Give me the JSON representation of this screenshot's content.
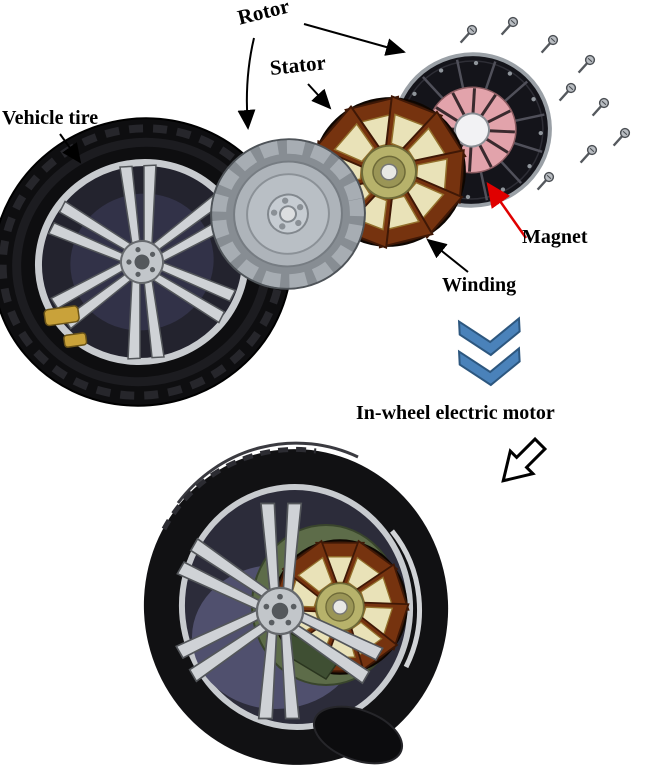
{
  "figure": {
    "labels": {
      "rotor": "Rotor",
      "stator": "Stator",
      "vehicle_tire": "Vehicle tire",
      "magnet": "Magnet",
      "winding": "Winding",
      "in_wheel_motor": "In-wheel electric motor"
    },
    "colors": {
      "chevron_blue": "#4a82ba",
      "magnet_pink": "#e2a3ab",
      "winding_cream": "#e9e2b8",
      "coil_brown": "#76330f",
      "rotor_gray": "#aeb4ba",
      "tire_black": "#0e0e10",
      "magnet_arrow_red": "#e00000",
      "green_plate": "#5d6c49"
    }
  }
}
